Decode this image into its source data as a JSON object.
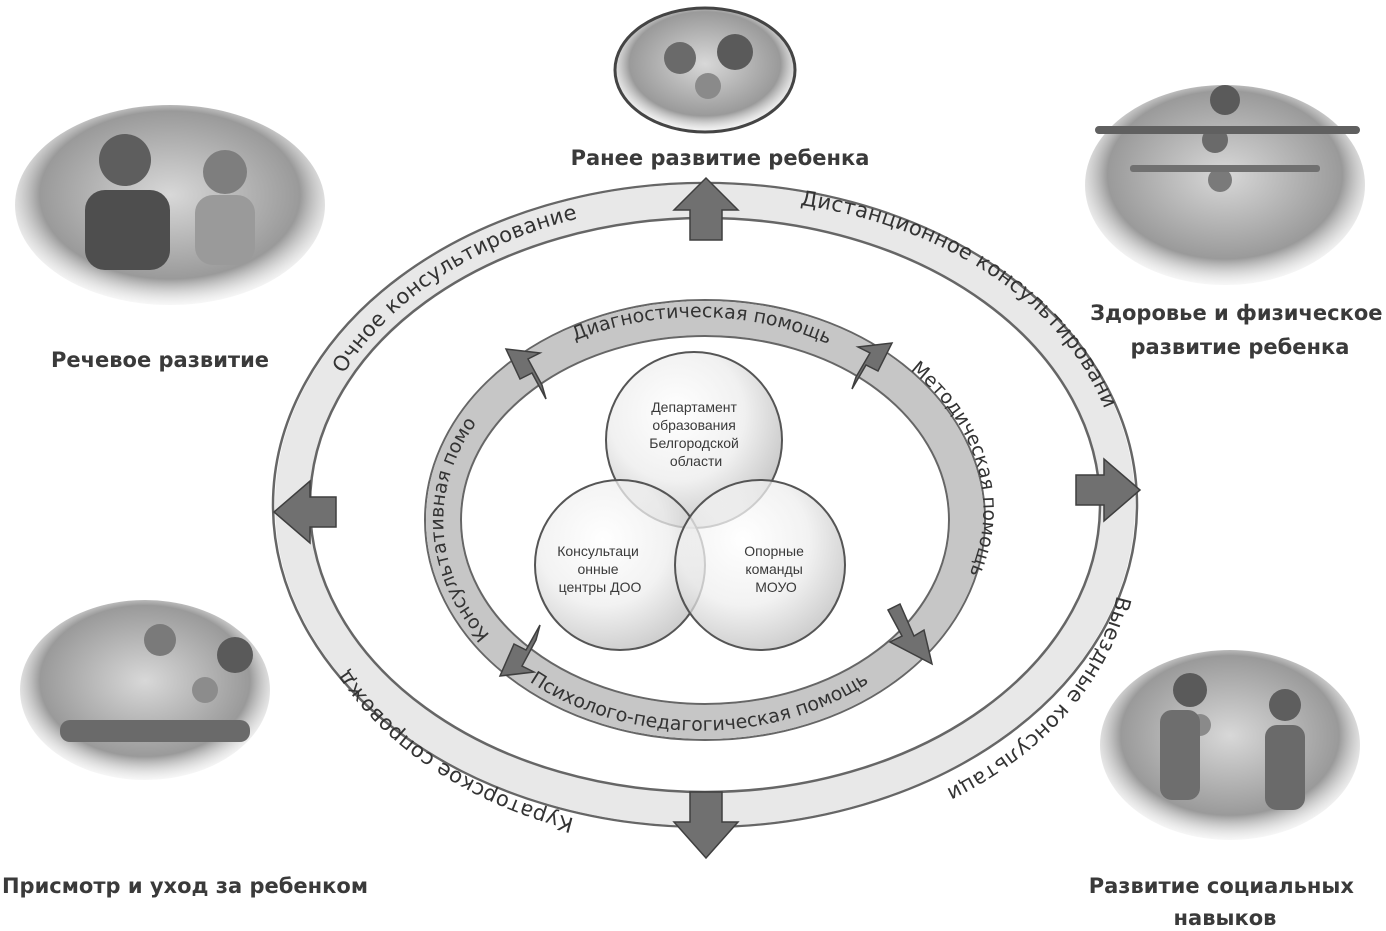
{
  "top_caption": "Ранее развитие ребенка",
  "left_caption": "Речевое развитие",
  "right_caption_lines": [
    "Здоровье и физическое",
    "развитие ребенка"
  ],
  "bottom_left_caption": "Присмотр и уход за ребенком",
  "bottom_right_caption_lines": [
    "Развитие социальных",
    "навыков"
  ],
  "outer_ring": {
    "top_left": "Очное консультирование",
    "top_right": "Дистанционное консультирование",
    "bottom_right": "Выездные консультации",
    "bottom_left": "Кураторское сопровождение"
  },
  "inner_ring": {
    "top": "Диагностическая помощь",
    "right": "Методическая помощь",
    "bottom": "Психолого-педагогическая помощь",
    "left": "Консультативная помощь"
  },
  "venn": {
    "top_lines": [
      "Департамент",
      "образования",
      "Белгородской",
      "области"
    ],
    "left_lines": [
      "Консультаци",
      "онные",
      "центры ДОО"
    ],
    "right_lines": [
      "Опорные",
      "команды",
      "МОУО"
    ]
  }
}
